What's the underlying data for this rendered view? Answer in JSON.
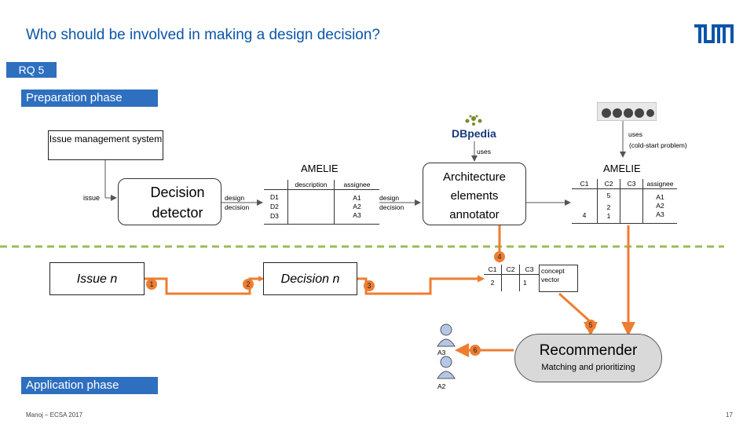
{
  "slide": {
    "title": "Who should be involved in making a design decision?",
    "rq_label": "RQ 5",
    "prep_phase": "Preparation phase",
    "app_phase": "Application phase",
    "footer_author": "Manoj – ECSA 2017",
    "page_number": "17"
  },
  "prep": {
    "issue_mgmt": "Issue management system",
    "dbpedia": "DBpedia",
    "uses_left": "uses",
    "uses_right": "uses",
    "cold_start": "(cold-start problem)",
    "issue_label": "issue",
    "decision_detector": "Decision detector",
    "design_decision_1": "design decision",
    "amelie_left": "AMELIE",
    "col_description": "description",
    "col_assignee": "assignee",
    "d_rows": [
      "D1",
      "D2",
      "D3"
    ],
    "a_rows": [
      "A1",
      "A2",
      "A3"
    ],
    "design_decision_2": "design decision",
    "arch_annotator": "Architecture elements annotator",
    "amelie_right": "AMELIE",
    "r_col_c1": "C1",
    "r_col_c2": "C2",
    "r_col_c3": "C3",
    "r_col_assignee": "assignee",
    "r_val_5": "5",
    "r_val_4": "4",
    "r_val_2": "2",
    "r_val_1": "1",
    "r_a_rows": [
      "A1",
      "A2",
      "A3"
    ]
  },
  "app": {
    "issue_n": "Issue n",
    "decision_n": "Decision n",
    "cv_c1": "C1",
    "cv_c2": "C2",
    "cv_c3": "C3",
    "cv_2": "2",
    "cv_1": "1",
    "concept_vector": "concept vector",
    "recommender": "Recommender",
    "matching": "Matching and prioritizing",
    "person_a3": "A3",
    "person_a2": "A2"
  },
  "steps": [
    "1",
    "2",
    "3",
    "4",
    "5",
    "6"
  ],
  "colors": {
    "title_blue": "#0b55a8",
    "phase_blue": "#2e6fbf",
    "arrow_orange": "#ee7d31",
    "arrow_dark": "#555555",
    "dashed_green": "#9bbb59",
    "person_blue": "#b4c7e7",
    "recommender_fill": "#d9d9d9"
  },
  "icons": [
    "tum-logo",
    "dbpedia-logo",
    "social-icons",
    "person-icon"
  ]
}
